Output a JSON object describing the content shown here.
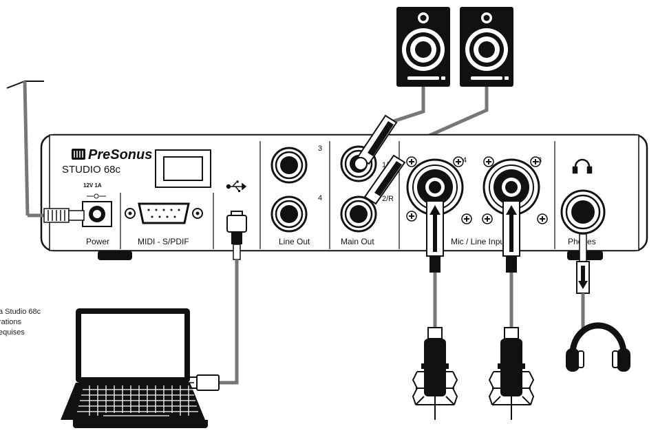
{
  "device": {
    "brand": "PreSonus",
    "model": "STUDIO 68c",
    "power_rating": "12V 1A"
  },
  "panel_labels": {
    "power": "Power",
    "midi_spdif": "MIDI - S/PDIF",
    "line_out": "Line Out",
    "main_out": "Main Out",
    "mic_line_inputs": "Mic / Line Inputs",
    "phones": "Phones"
  },
  "jack_numbers": {
    "line_out_top": "3",
    "line_out_bottom": "4",
    "main_out_left": "1/L",
    "main_out_right": "2/R",
    "input_left": "4",
    "input_right": "3"
  },
  "caption_lines": [
    "a Studio 68c",
    "rations",
    "equises"
  ],
  "icons": [
    "power-adapter-icon",
    "usb-icon",
    "headphones-icon",
    "speaker-icon",
    "microphone-icon",
    "laptop-icon"
  ]
}
